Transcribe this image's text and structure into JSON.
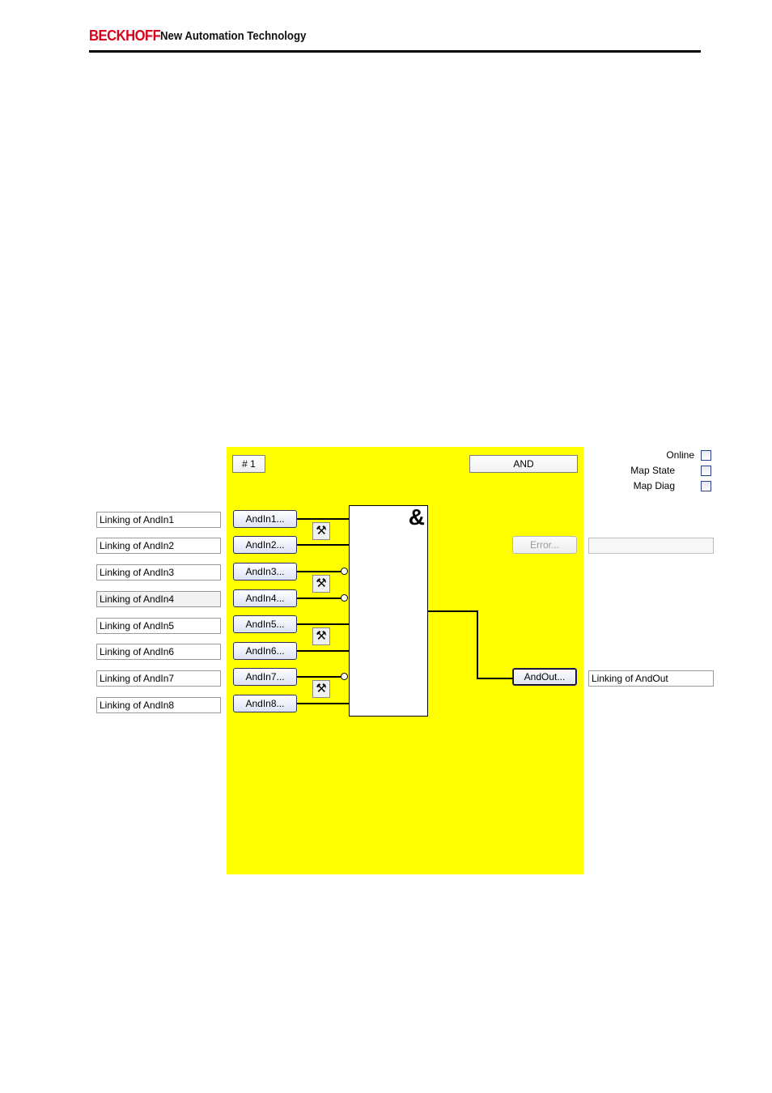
{
  "header": {
    "brand": "BECKHOFF",
    "tagline": "New Automation Technology",
    "brand_color": "#d9001b"
  },
  "function_block": {
    "index_label": "# 1",
    "type_label": "AND",
    "gate_symbol": "&",
    "panel_color": "#ffff00"
  },
  "options": [
    {
      "label": "Online",
      "checked": false
    },
    {
      "label": "Map State",
      "checked": false
    },
    {
      "label": "Map Diag",
      "checked": false
    }
  ],
  "inputs": [
    {
      "link_text": "Linking of AndIn1",
      "button": "AndIn1..."
    },
    {
      "link_text": "Linking of AndIn2",
      "button": "AndIn2..."
    },
    {
      "link_text": "Linking of AndIn3",
      "button": "AndIn3..."
    },
    {
      "link_text": "Linking of AndIn4",
      "button": "AndIn4..."
    },
    {
      "link_text": "Linking of AndIn5",
      "button": "AndIn5..."
    },
    {
      "link_text": "Linking of AndIn6",
      "button": "AndIn6..."
    },
    {
      "link_text": "Linking of AndIn7",
      "button": "AndIn7..."
    },
    {
      "link_text": "Linking of AndIn8",
      "button": "AndIn8..."
    }
  ],
  "tool_icon": "tools-icon",
  "error": {
    "button": "Error...",
    "value": ""
  },
  "output": {
    "button": "AndOut...",
    "link_text": "Linking of AndOut"
  }
}
